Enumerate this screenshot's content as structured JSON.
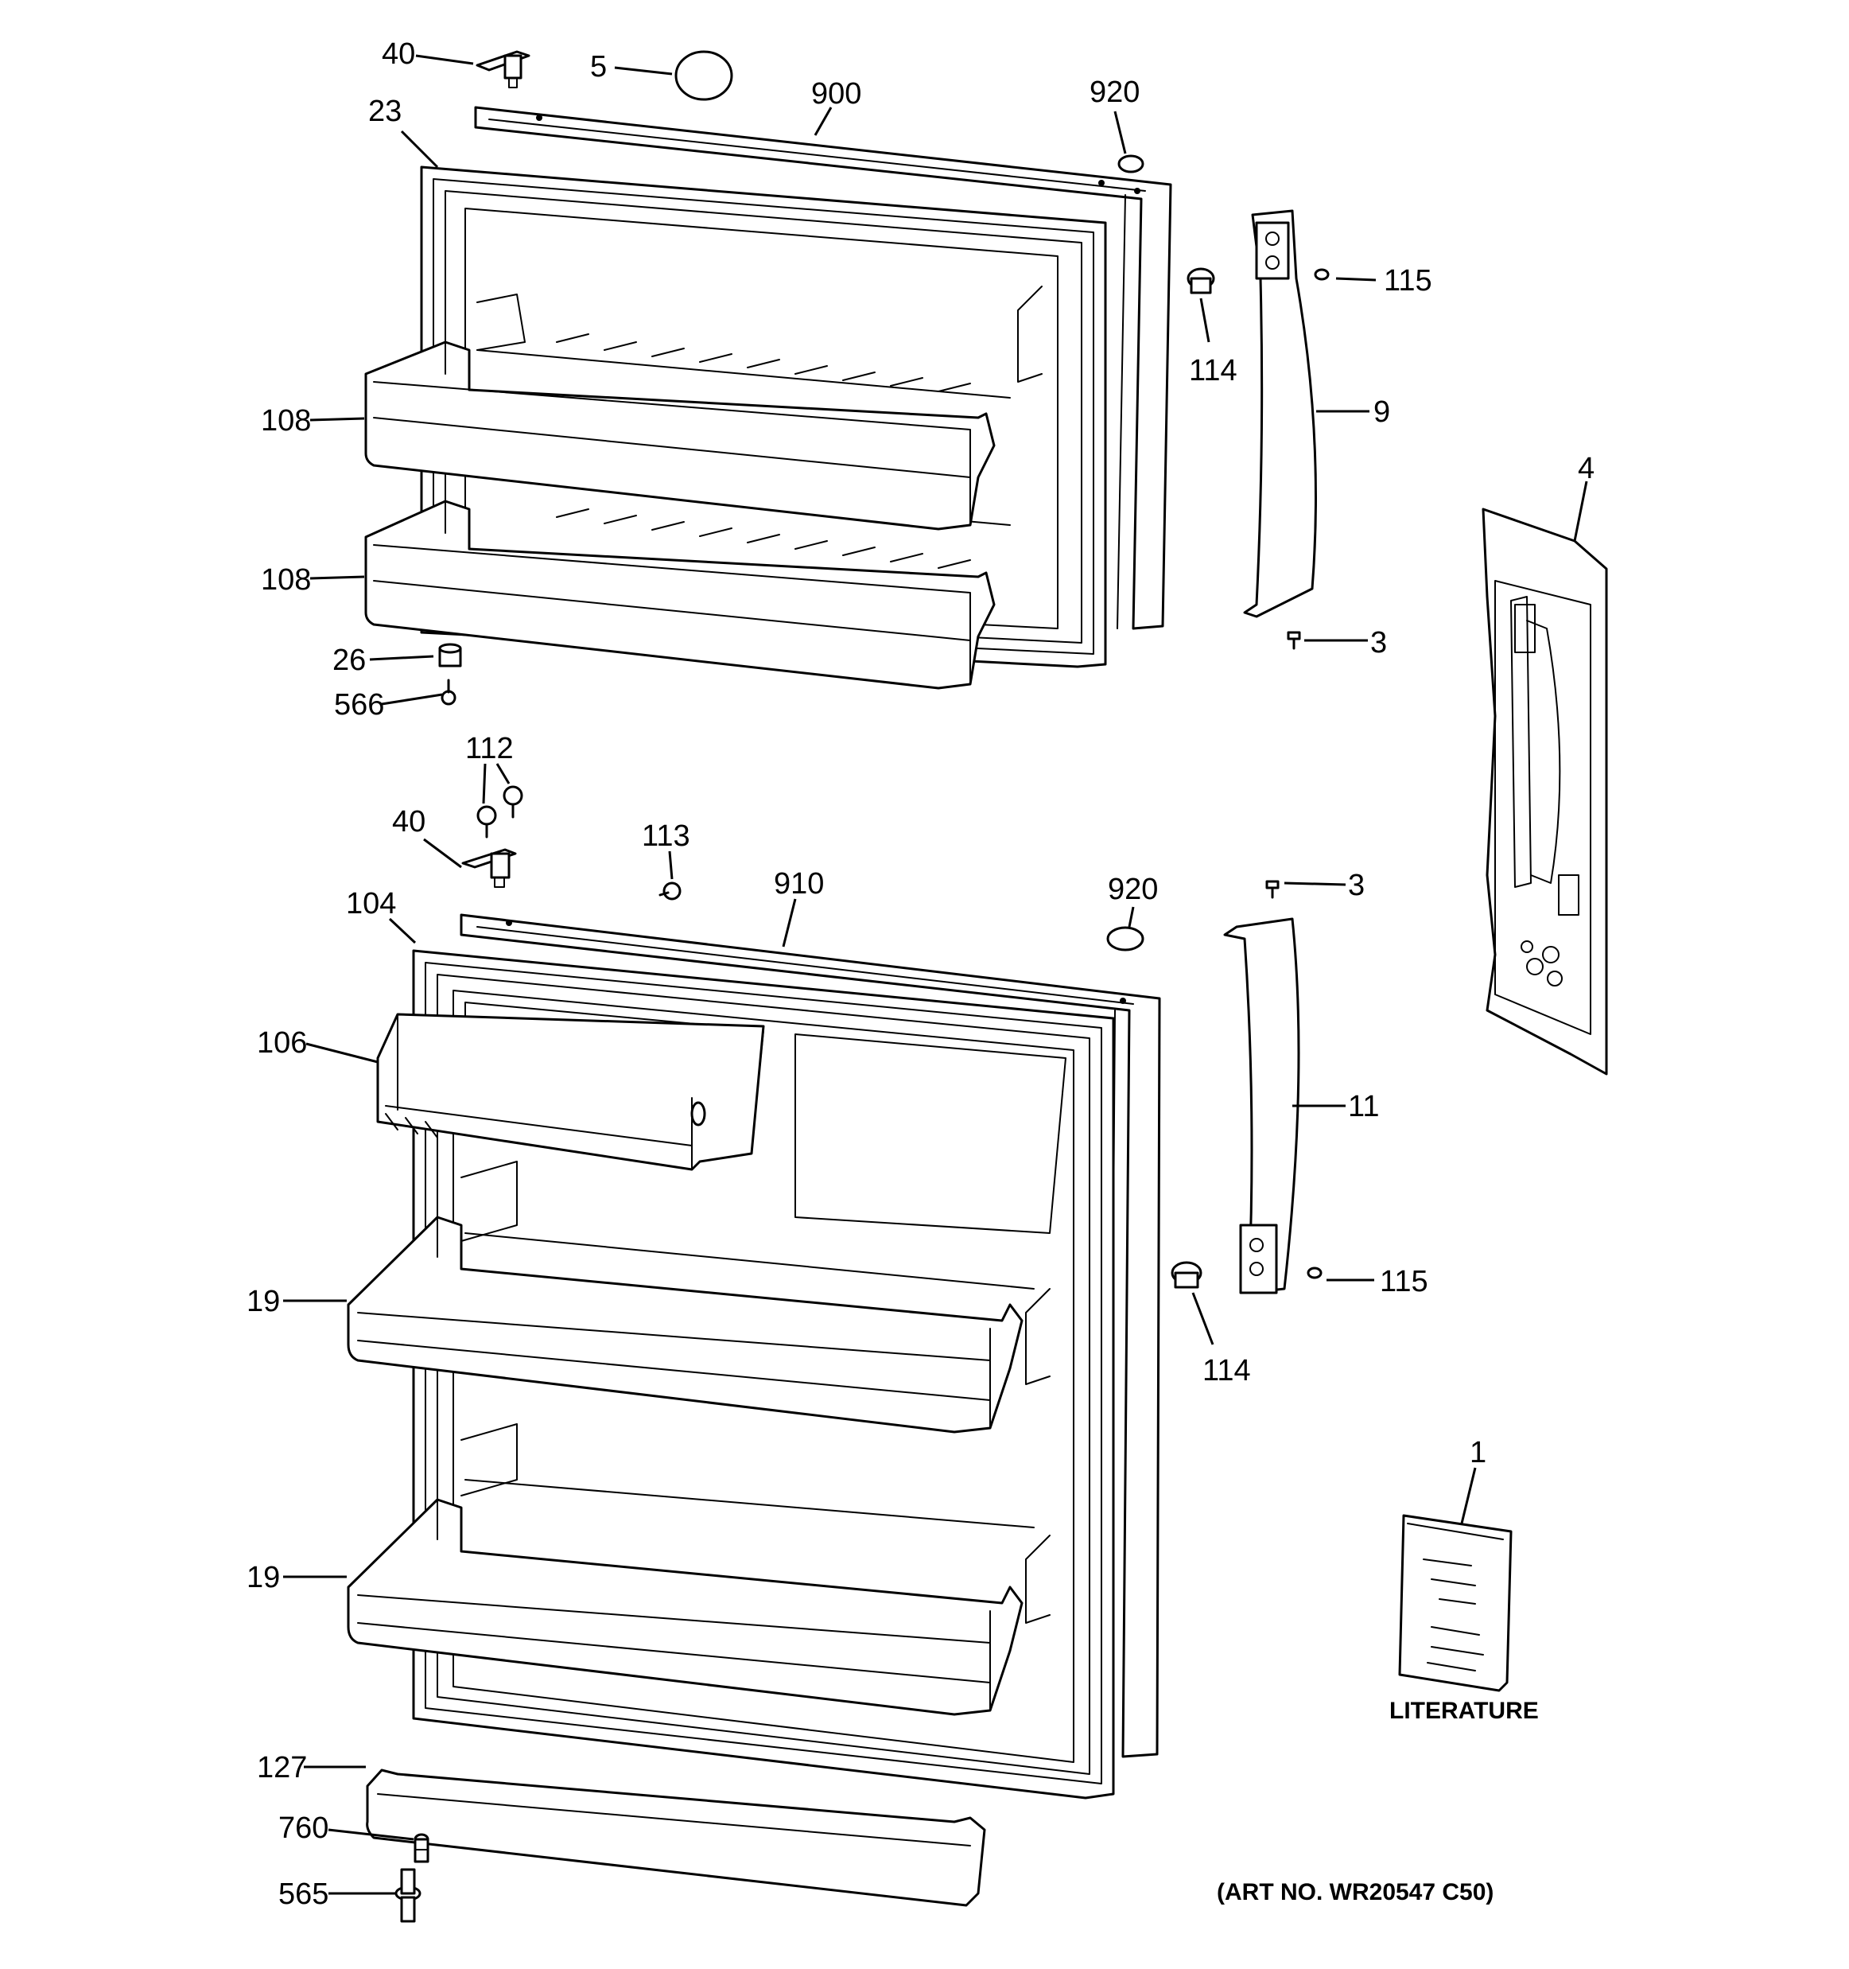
{
  "callouts": {
    "c40a": "40",
    "c5": "5",
    "c900": "900",
    "c920a": "920",
    "c23": "23",
    "c115a": "115",
    "c114a": "114",
    "c9": "9",
    "c108a": "108",
    "c108b": "108",
    "c4": "4",
    "c3a": "3",
    "c26": "26",
    "c566": "566",
    "c112": "112",
    "c40b": "40",
    "c113": "113",
    "c910": "910",
    "c920b": "920",
    "c3b": "3",
    "c104": "104",
    "c106": "106",
    "c11": "11",
    "c19a": "19",
    "c115b": "115",
    "c114b": "114",
    "c19b": "19",
    "c1": "1",
    "c127": "127",
    "c760": "760",
    "c565": "565"
  },
  "literature_label": "LITERATURE",
  "art_number": "(ART NO. WR20547 C50)"
}
